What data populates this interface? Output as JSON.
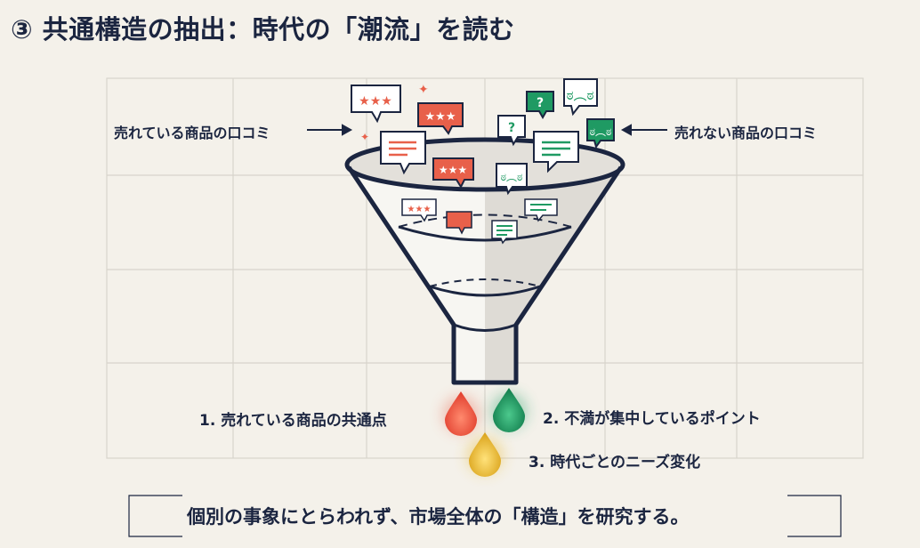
{
  "title": "③ 共通構造の抽出：時代の「潮流」を読む",
  "left_label": "売れている商品の口コミ",
  "right_label": "売れない商品の口コミ",
  "outputs": [
    {
      "label": "1. 売れている商品の共通点",
      "color": "#e8604a"
    },
    {
      "label": "2. 不満が集中しているポイント",
      "color": "#1f9a63"
    },
    {
      "label": "3. 時代ごとのニーズ変化",
      "color": "#e9b92f"
    }
  ],
  "motto": "個別の事象にとらわれず、市場全体の「構造」を研究する。",
  "colors": {
    "navy": "#1b2540",
    "orange": "#e8604a",
    "green": "#1f9a63",
    "yellow": "#e9b92f",
    "grid": "#d8d4cc"
  }
}
